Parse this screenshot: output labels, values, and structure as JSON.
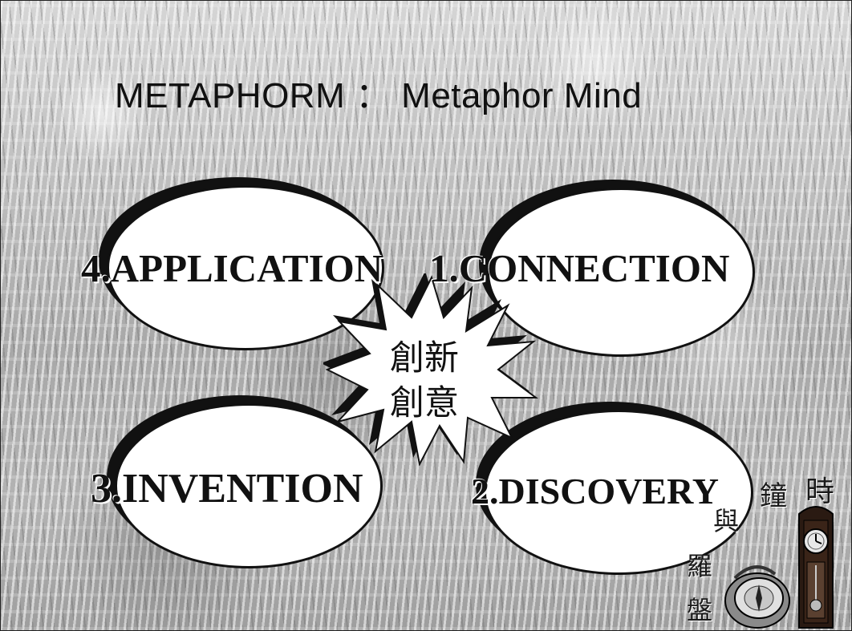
{
  "slide": {
    "title": "METAPHORM ： Metaphor Mind",
    "items": [
      {
        "label": "4.APPLICATION"
      },
      {
        "label": "1.CONNECTION"
      },
      {
        "label": "3.INVENTION"
      },
      {
        "label": "2.DISCOVERY"
      }
    ],
    "center": {
      "line1": "創新",
      "line2": "創意"
    },
    "corner": {
      "zhong": "鐘",
      "shi": "時",
      "yu": "與",
      "luo": "羅",
      "pan": "盤"
    }
  },
  "icons": [
    "starburst",
    "pendulum-clock-icon",
    "compass-icon"
  ]
}
